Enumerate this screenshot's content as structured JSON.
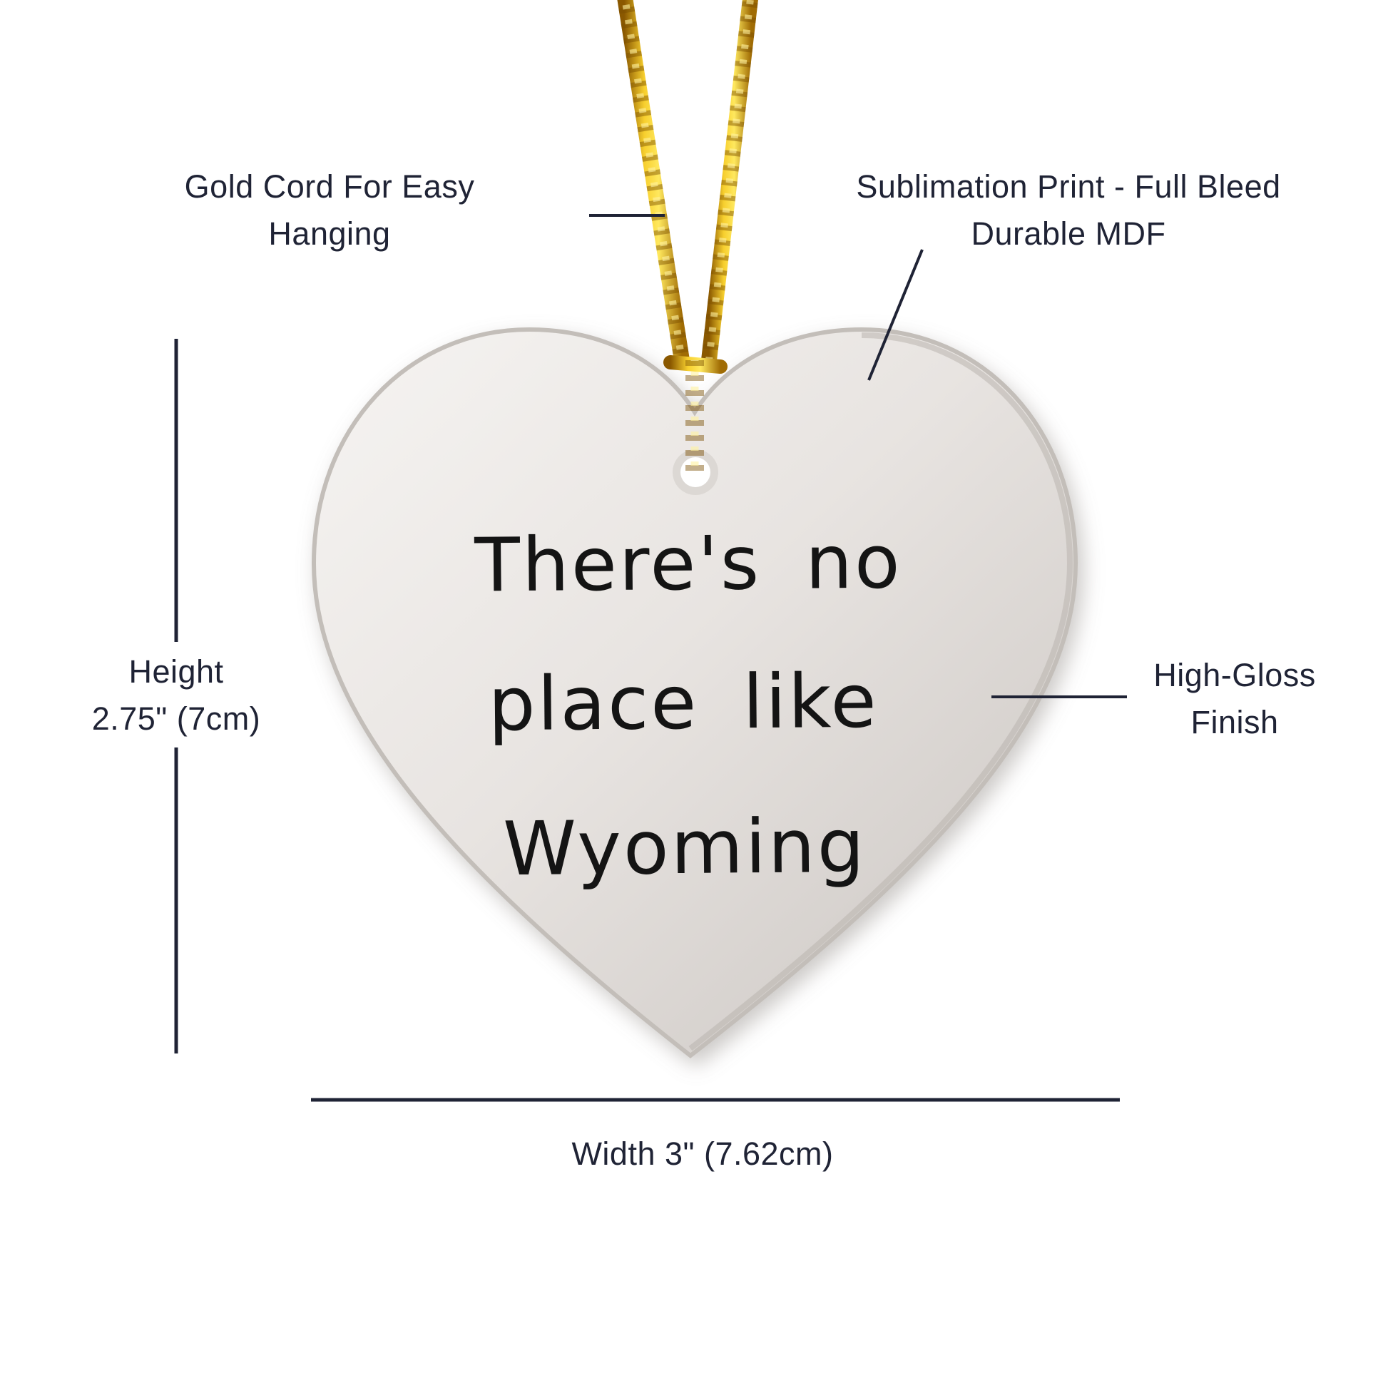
{
  "product": {
    "ornament_text_lines": [
      "There's no",
      "place like",
      "Wyoming"
    ]
  },
  "annotations": {
    "gold_cord": {
      "line1": "Gold Cord For Easy",
      "line2": "Hanging"
    },
    "sublimation": {
      "line1": "Sublimation Print - Full Bleed",
      "line2": "Durable MDF"
    },
    "height": {
      "line1": "Height",
      "line2": "2.75\" (7cm)"
    },
    "high_gloss": {
      "line1": "High-Gloss",
      "line2": "Finish"
    },
    "width": {
      "label": "Width 3\" (7.62cm)"
    }
  },
  "colors": {
    "annotation_text": "#1f2335",
    "dimension_line": "#1f2335",
    "heart_light": "#f5f3f1",
    "heart_mid": "#e5e1de",
    "heart_dark": "#cbc6c2",
    "heart_edge": "#c3beb9",
    "cord_gold_dark": "#8a5800",
    "cord_gold_mid": "#e0a912",
    "cord_gold_light": "#ffe85e",
    "ornament_text_color": "#141414",
    "background": "#ffffff"
  }
}
